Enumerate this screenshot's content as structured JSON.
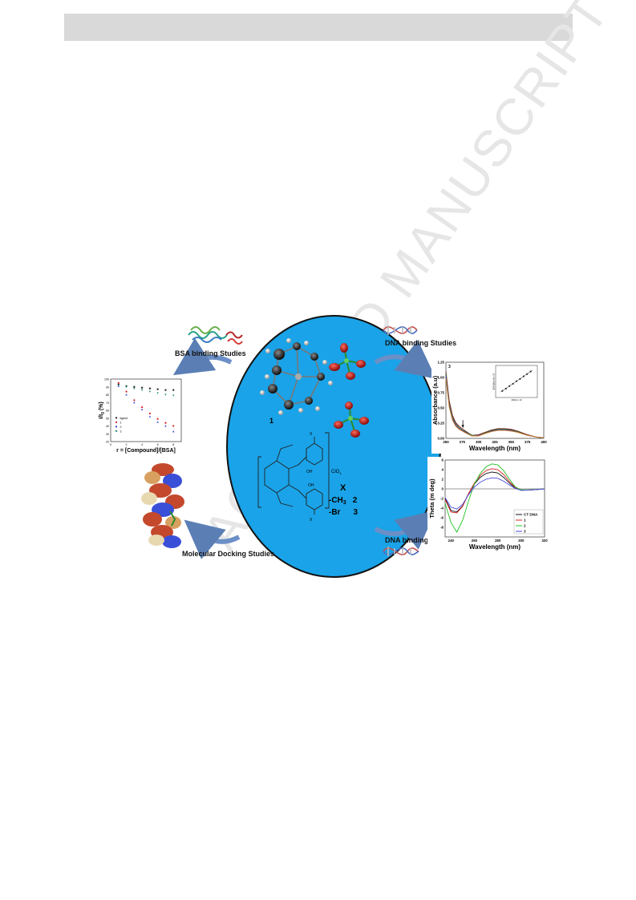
{
  "page": {
    "watermark": "ACCEPTED MANUSCRIPT"
  },
  "labels": {
    "bsa": "BSA binding Studies",
    "dna_top": "DNA binding Studies",
    "dna_bottom": "DNA binding Studies",
    "docking": "Molecular Docking Studies"
  },
  "structure": {
    "compound_1": "1",
    "substituent_header": "X",
    "row_2_group": "-CH",
    "row_2_sub": "3",
    "row_2_num": "2",
    "row_3_group": "-Br",
    "row_3_num": "3",
    "counter_ion": "ClO",
    "counter_ion_sub": "4",
    "oh_label": "OH",
    "x_label": "X"
  },
  "chart_data": [
    {
      "type": "scatter",
      "xlabel": "r = [Compound]/[BSA]",
      "ylabel": "I/I",
      "ylabel_sub": "0",
      "ylabel_unit": " (%)",
      "ylim": [
        20,
        100
      ],
      "yticks": [
        "100",
        "90",
        "80",
        "70",
        "60",
        "50",
        "40",
        "30",
        "20"
      ],
      "xticks": [
        "0",
        "2",
        "4",
        "6",
        "8"
      ],
      "legend": [
        "ligand",
        "1",
        "2",
        "3"
      ],
      "series": [
        {
          "name": "ligand",
          "color": "#1a1a1a",
          "x": [
            1,
            2,
            3,
            4,
            5,
            6,
            7,
            8
          ],
          "y": [
            93,
            91,
            90,
            89,
            88,
            87,
            86,
            86
          ]
        },
        {
          "name": "1",
          "color": "#d42020",
          "x": [
            1,
            2,
            3,
            4,
            5,
            6,
            7,
            8
          ],
          "y": [
            95,
            84,
            73,
            64,
            56,
            49,
            44,
            40
          ]
        },
        {
          "name": "2",
          "color": "#2b3ce0",
          "x": [
            1,
            2,
            3,
            4,
            5,
            6,
            7,
            8
          ],
          "y": [
            91,
            80,
            70,
            61,
            52,
            45,
            40,
            33
          ]
        },
        {
          "name": "3",
          "color": "#1e8a78",
          "x": [
            1,
            2,
            3,
            4,
            5,
            6,
            7,
            8
          ],
          "y": [
            92,
            90,
            88,
            86,
            84,
            82,
            80,
            79
          ]
        }
      ]
    },
    {
      "type": "line",
      "xlabel": "Wavelength (nm)",
      "ylabel": "Absorbance (a.u)",
      "panel_label": "3",
      "xlim": [
        250,
        400
      ],
      "ylim": [
        0,
        1.25
      ],
      "xticks": [
        "250",
        "275",
        "300",
        "325",
        "350",
        "375",
        "400"
      ],
      "yticks": [
        "1.25",
        "1.00",
        "0.75",
        "0.50",
        "0.25",
        "0.00"
      ],
      "inset": {
        "type": "scatter",
        "ylabel": "[DNA]/(εa-εf) x 10",
        "xlabel": "[DNA] x 10",
        "x": [
          1,
          2,
          3,
          4,
          5,
          6,
          7,
          8,
          9
        ],
        "y": [
          1.2,
          2.0,
          2.9,
          3.7,
          4.6,
          5.4,
          6.3,
          7.1,
          8.0
        ]
      },
      "series": [
        {
          "color": "#8a1f1f",
          "x": [
            250,
            255,
            260,
            265,
            270,
            275,
            280,
            290,
            300,
            310,
            320,
            330,
            340,
            350,
            360,
            375,
            390,
            400
          ],
          "y": [
            1.1,
            0.62,
            0.38,
            0.26,
            0.2,
            0.16,
            0.12,
            0.05,
            0.06,
            0.1,
            0.14,
            0.16,
            0.16,
            0.15,
            0.12,
            0.06,
            0.02,
            0.01
          ]
        },
        {
          "color": "#1c6a2a",
          "x": [
            250,
            255,
            260,
            265,
            270,
            275,
            280,
            290,
            300,
            310,
            320,
            330,
            340,
            350,
            360,
            375,
            390,
            400
          ],
          "y": [
            1.06,
            0.58,
            0.35,
            0.24,
            0.18,
            0.14,
            0.11,
            0.05,
            0.05,
            0.09,
            0.13,
            0.15,
            0.15,
            0.14,
            0.11,
            0.05,
            0.02,
            0.01
          ]
        },
        {
          "color": "#5a3aa8",
          "x": [
            250,
            255,
            260,
            265,
            270,
            275,
            280,
            290,
            300,
            310,
            320,
            330,
            340,
            350,
            360,
            375,
            390,
            400
          ],
          "y": [
            1.02,
            0.55,
            0.32,
            0.22,
            0.16,
            0.13,
            0.1,
            0.04,
            0.05,
            0.08,
            0.12,
            0.14,
            0.14,
            0.13,
            0.1,
            0.05,
            0.02,
            0.01
          ]
        },
        {
          "color": "#d08020",
          "x": [
            250,
            255,
            260,
            265,
            270,
            275,
            280,
            290,
            300,
            310,
            320,
            330,
            340,
            350,
            360,
            375,
            390,
            400
          ],
          "y": [
            0.98,
            0.52,
            0.3,
            0.2,
            0.15,
            0.12,
            0.09,
            0.04,
            0.04,
            0.08,
            0.11,
            0.13,
            0.13,
            0.12,
            0.1,
            0.05,
            0.02,
            0.01
          ]
        }
      ]
    },
    {
      "type": "line",
      "xlabel": "Wavelength (nm)",
      "ylabel": "Theta (m deg)",
      "xlim": [
        235,
        320
      ],
      "ylim": [
        -10,
        6
      ],
      "xticks": [
        "240",
        "260",
        "280",
        "300",
        "320"
      ],
      "yticks": [
        "6",
        "4",
        "2",
        "0",
        "-2",
        "-4",
        "-6",
        "-8"
      ],
      "series": [
        {
          "name": "CT DNA",
          "color": "#111111",
          "x": [
            235,
            240,
            245,
            250,
            255,
            260,
            265,
            270,
            275,
            280,
            285,
            290,
            295,
            300,
            310,
            320
          ],
          "y": [
            -2.0,
            -4.5,
            -4.8,
            -3.5,
            -1.0,
            1.0,
            2.4,
            3.2,
            3.5,
            3.3,
            2.4,
            1.2,
            0.2,
            -0.3,
            -0.2,
            0
          ]
        },
        {
          "name": "1",
          "color": "#d42020",
          "x": [
            235,
            240,
            245,
            250,
            255,
            260,
            265,
            270,
            275,
            280,
            285,
            290,
            295,
            300,
            310,
            320
          ],
          "y": [
            -2.2,
            -4.8,
            -5.0,
            -3.6,
            -1.0,
            1.2,
            2.8,
            3.8,
            4.2,
            4.0,
            3.0,
            1.5,
            0.3,
            -0.3,
            -0.2,
            0
          ]
        },
        {
          "name": "2",
          "color": "#22c322",
          "x": [
            235,
            240,
            245,
            250,
            255,
            260,
            265,
            270,
            275,
            280,
            285,
            290,
            295,
            300,
            310,
            320
          ],
          "y": [
            -3.0,
            -7.0,
            -9.0,
            -6.5,
            -2.5,
            1.0,
            3.2,
            4.6,
            5.2,
            5.0,
            3.8,
            2.0,
            0.4,
            -0.2,
            -0.2,
            0
          ]
        },
        {
          "name": "3",
          "color": "#4a4ae0",
          "x": [
            235,
            240,
            245,
            250,
            255,
            260,
            265,
            270,
            275,
            280,
            285,
            290,
            295,
            300,
            310,
            320
          ],
          "y": [
            -1.8,
            -3.8,
            -4.2,
            -3.2,
            -1.2,
            0.4,
            1.4,
            2.0,
            2.3,
            2.2,
            1.6,
            0.8,
            0.1,
            -0.3,
            -0.2,
            0
          ]
        }
      ]
    }
  ]
}
